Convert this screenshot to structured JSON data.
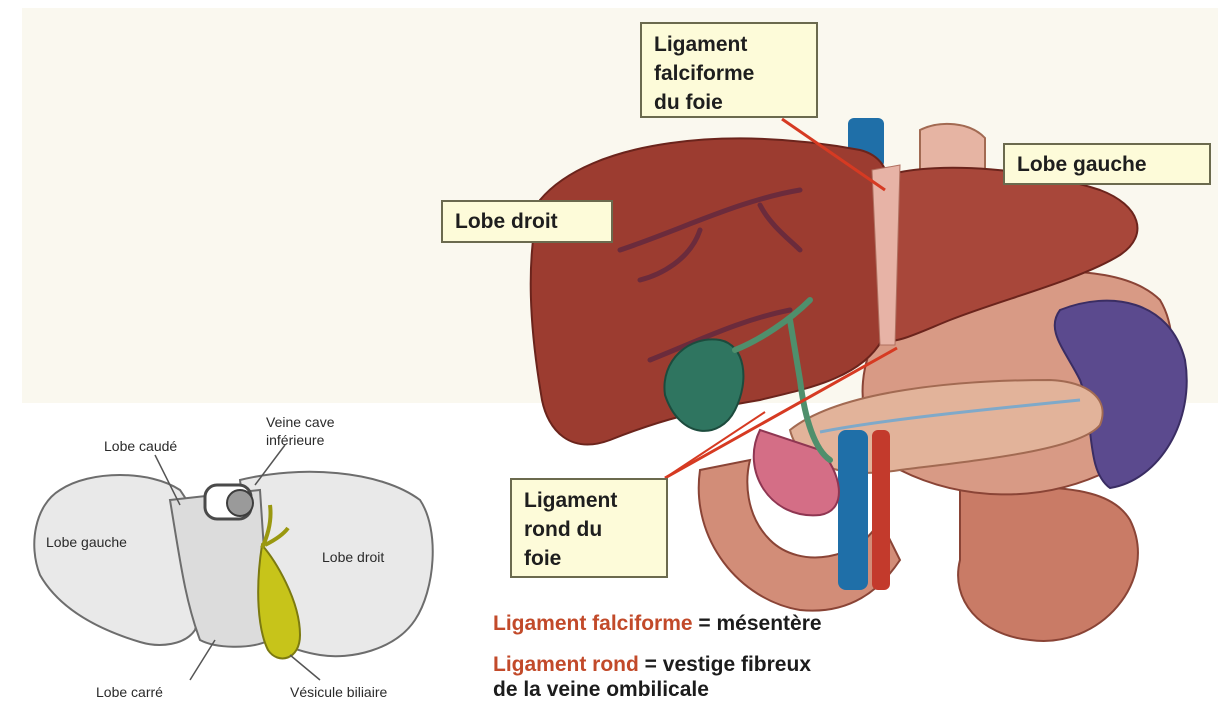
{
  "callouts": {
    "falciforme": "Ligament\nfalciforme\ndu foie",
    "lobe_gauche": "Lobe gauche",
    "lobe_droit": "Lobe droit",
    "rond": "Ligament\nrond du\nfoie"
  },
  "inset_labels": {
    "veine_cave": "Veine cave\ninférieure",
    "lobe_caude": "Lobe caudé",
    "lobe_gauche": "Lobe gauche",
    "lobe_droit": "Lobe droit",
    "lobe_carre": "Lobe carré",
    "vesicule": "Vésicule biliaire"
  },
  "legend": {
    "line1_term": "Ligament falciforme",
    "line1_rest": " = mésentère",
    "line2_term": "Ligament rond",
    "line2_rest": " = vestige fibreux",
    "line3": "de la veine ombilicale"
  },
  "colors": {
    "liver": "#9c3c30",
    "liver_dark": "#7a2a22",
    "ligament": "#e7b3a6",
    "leader": "#d63a22",
    "gallbladder_main": "#2f7560",
    "gallbladder_inset": "#c7c41a",
    "vena_cava": "#1f6fa8",
    "spleen": "#5b4a8e",
    "pancreas": "#e2b39a",
    "callout_bg": "#fdfbd9"
  }
}
